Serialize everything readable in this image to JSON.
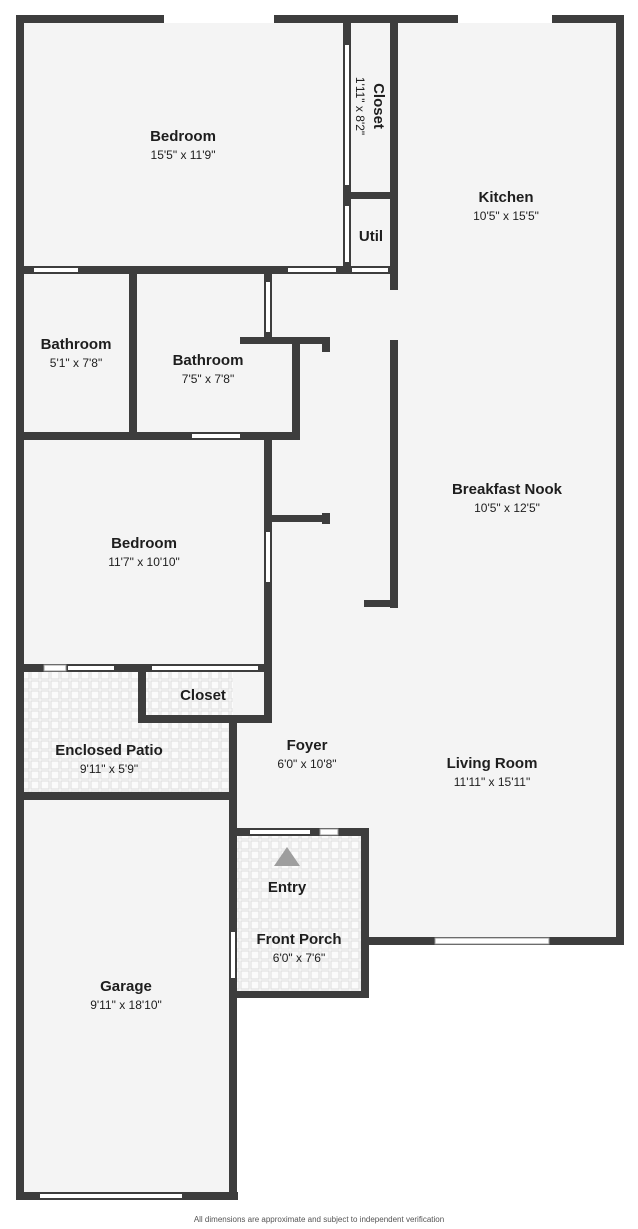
{
  "rooms": {
    "bedroom1": {
      "name": "Bedroom",
      "dim": "15'5\" x 11'9\""
    },
    "closet1": {
      "name": "Closet",
      "dim": "1'11\" x 8'2\""
    },
    "kitchen": {
      "name": "Kitchen",
      "dim": "10'5\" x 15'5\""
    },
    "util": {
      "name": "Util"
    },
    "bathroom1": {
      "name": "Bathroom",
      "dim": "5'1\" x 7'8\""
    },
    "bathroom2": {
      "name": "Bathroom",
      "dim": "7'5\" x 7'8\""
    },
    "breakfast": {
      "name": "Breakfast Nook",
      "dim": "10'5\" x 12'5\""
    },
    "bedroom2": {
      "name": "Bedroom",
      "dim": "11'7\" x 10'10\""
    },
    "closet2": {
      "name": "Closet"
    },
    "patio": {
      "name": "Enclosed Patio",
      "dim": "9'11\" x 5'9\""
    },
    "foyer": {
      "name": "Foyer",
      "dim": "6'0\" x 10'8\""
    },
    "living": {
      "name": "Living Room",
      "dim": "11'11\" x 15'11\""
    },
    "entry": {
      "name": "Entry"
    },
    "porch": {
      "name": "Front Porch",
      "dim": "6'0\" x 7'6\""
    },
    "garage": {
      "name": "Garage",
      "dim": "9'11\" x 18'10\""
    }
  },
  "colors": {
    "wall": "#3d3d3d",
    "floor": "#f4f4f4",
    "tile": "#e2e2e2",
    "text": "#1e1e1e"
  },
  "disclaimer": "All dimensions are approximate and subject to independent verification"
}
